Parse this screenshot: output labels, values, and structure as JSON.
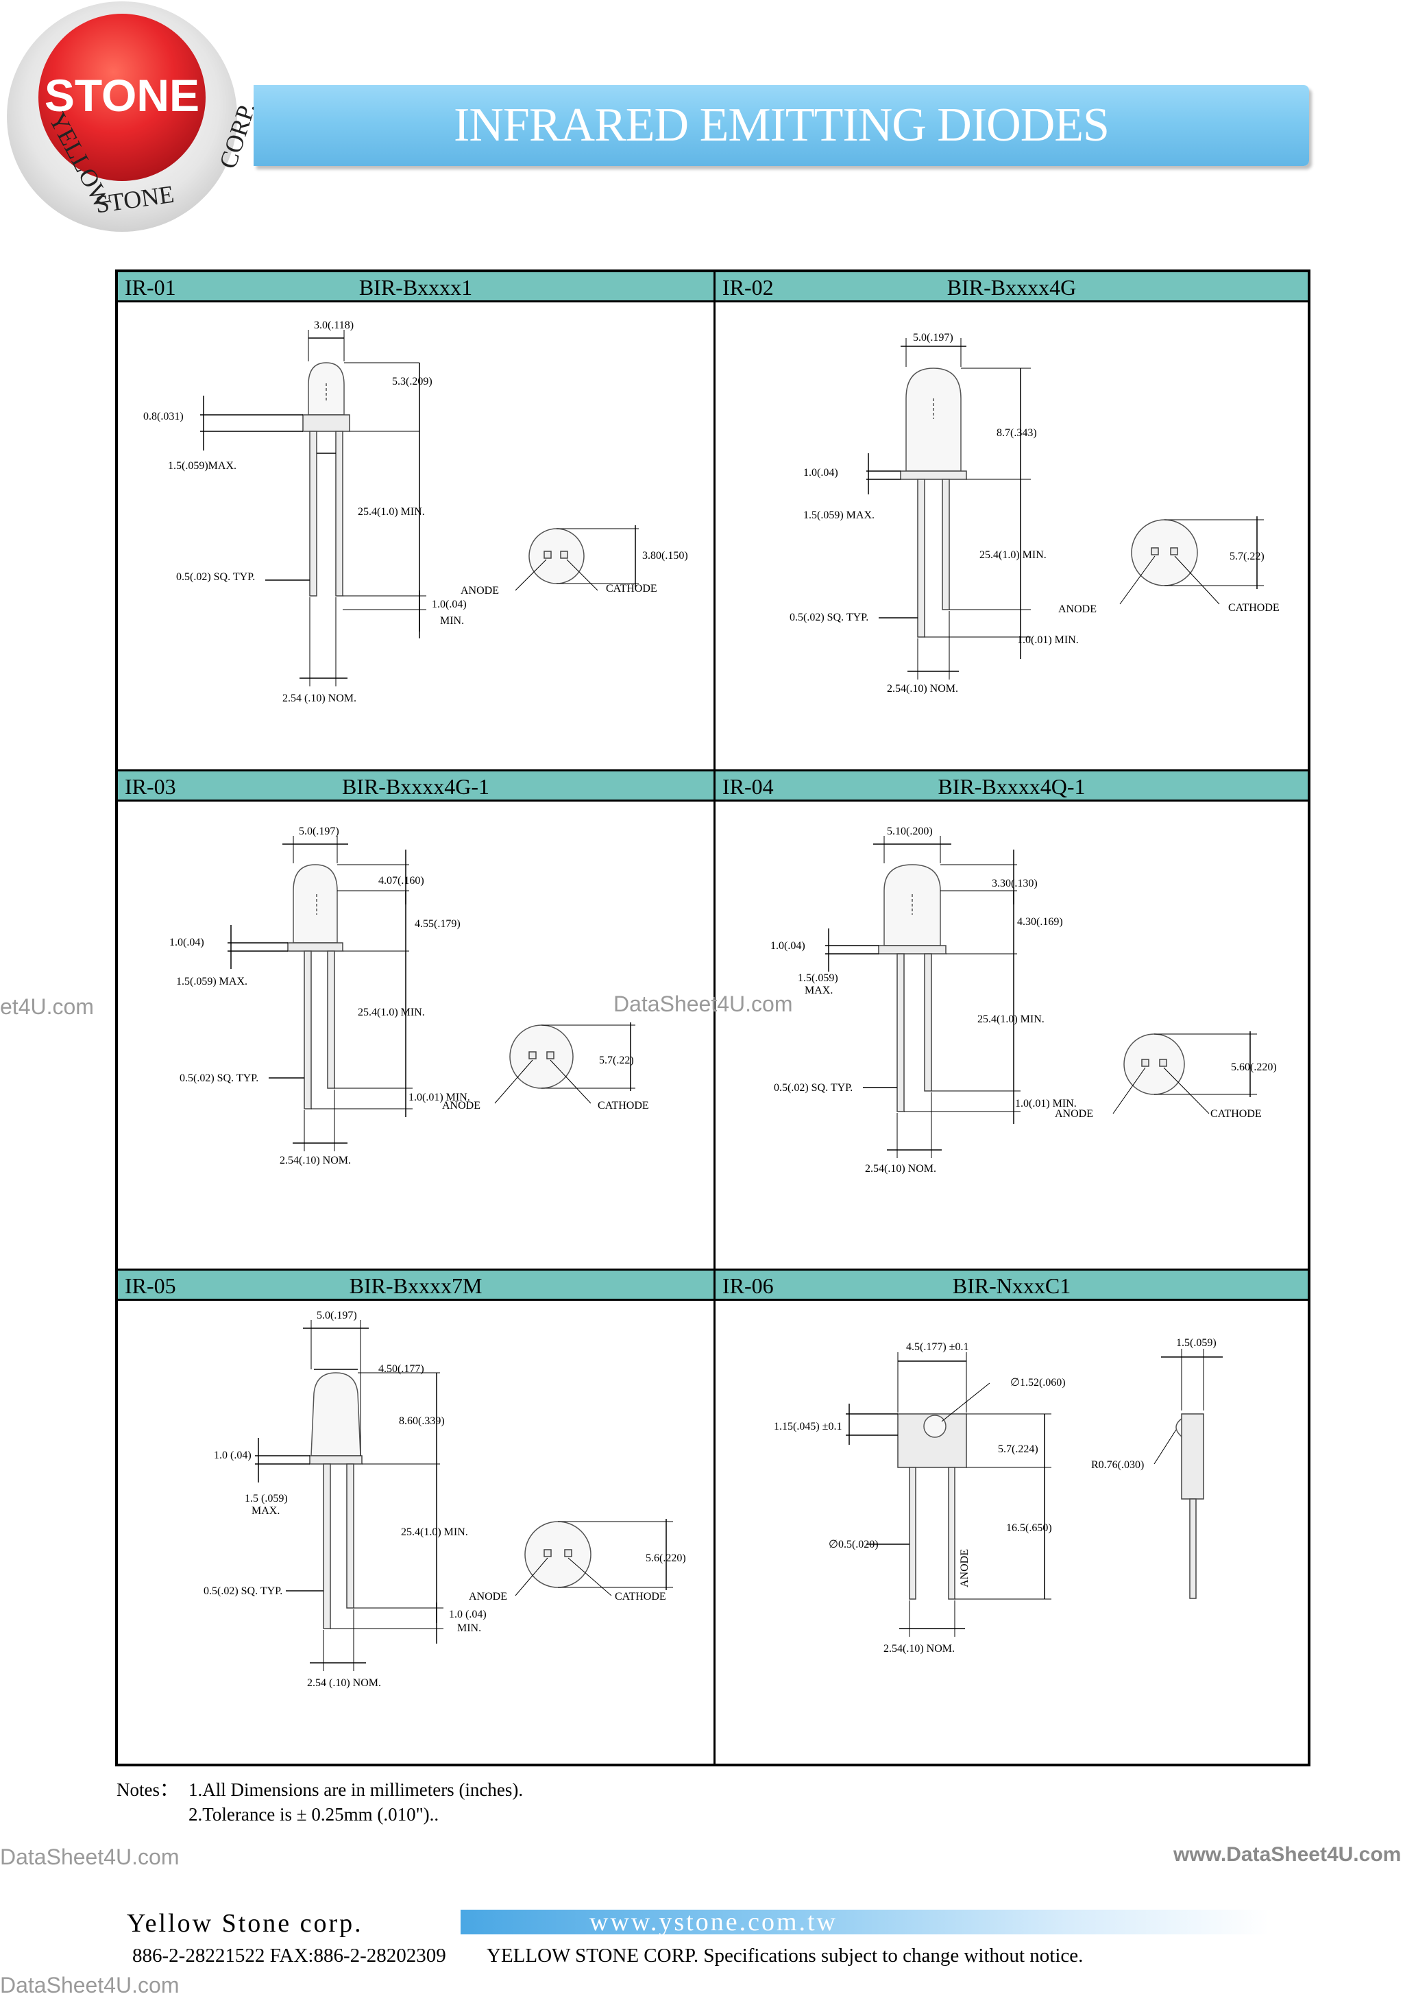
{
  "header": {
    "logo_brand": "STONE",
    "logo_text_left": "YELLOW",
    "logo_text_bottom": "STONE",
    "logo_text_right": "CORP.",
    "title": "INFRARED EMITTING DIODES"
  },
  "cells": [
    {
      "code": "IR-01",
      "model": "BIR-Bxxxx1",
      "dims": [
        "3.0(.118)",
        "5.3(.209)",
        "0.8(.031)",
        "1.5(.059)MAX.",
        "25.4(1.0) MIN.",
        "0.5(.02) SQ. TYP.",
        "3.80(.150)",
        "ANODE",
        "CATHODE",
        "1.0(.04)",
        "MIN.",
        "2.54 (.10) NOM."
      ]
    },
    {
      "code": "IR-02",
      "model": "BIR-Bxxxx4G",
      "dims": [
        "5.0(.197)",
        "8.7(.343)",
        "1.0(.04)",
        "1.5(.059) MAX.",
        "25.4(1.0) MIN.",
        "5.7(.22)",
        "ANODE",
        "CATHODE",
        "0.5(.02) SQ. TYP.",
        "1.0(.01) MIN.",
        "2.54(.10) NOM."
      ]
    },
    {
      "code": "IR-03",
      "model": "BIR-Bxxxx4G-1",
      "dims": [
        "5.0(.197)",
        "4.07(.160)",
        "4.55(.179)",
        "1.0(.04)",
        "1.5(.059) MAX.",
        "25.4(1.0) MIN.",
        "5.7(.22)",
        "0.5(.02) SQ. TYP.",
        "ANODE",
        "CATHODE",
        "1.0(.01) MIN.",
        "2.54(.10) NOM."
      ]
    },
    {
      "code": "IR-04",
      "model": "BIR-Bxxxx4Q-1",
      "dims": [
        "5.10(.200)",
        "3.30(.130)",
        "4.30(.169)",
        "1.0(.04)",
        "1.5(.059)",
        "MAX.",
        "25.4(1.0) MIN.",
        "5.60(.220)",
        "0.5(.02) SQ. TYP.",
        "ANODE",
        "CATHODE",
        "1.0(.01) MIN.",
        "2.54(.10) NOM."
      ]
    },
    {
      "code": "IR-05",
      "model": "BIR-Bxxxx7M",
      "dims": [
        "5.0(.197)",
        "4.50(.177)",
        "8.60(.339)",
        "1.0 (.04)",
        "1.5 (.059)",
        "MAX.",
        "25.4(1.0) MIN.",
        "5.6(.220)",
        "0.5(.02) SQ. TYP.",
        "ANODE",
        "CATHODE",
        "1.0 (.04)",
        "MIN.",
        "2.54 (.10) NOM."
      ]
    },
    {
      "code": "IR-06",
      "model": "BIR-NxxxC1",
      "dims": [
        "4.5(.177) ±0.1",
        "1.5(.059)",
        "∅1.52(.060)",
        "1.15(.045) ±0.1",
        "5.7(.224)",
        "R0.76(.030)",
        "16.5(.650)",
        "∅0.5(.020)",
        "ANODE",
        "2.54(.10) NOM."
      ]
    }
  ],
  "watermarks": {
    "left": "et4U.com",
    "center": "DataSheet4U.com",
    "bottom_left": "DataSheet4U.com",
    "bottom_right": "www.DataSheet4U.com",
    "footer_left": "DataSheet4U.com"
  },
  "notes": {
    "label": "Notes：",
    "line1": "1.All Dimensions are in millimeters (inches).",
    "line2": "2.Tolerance is ± 0.25mm (.010\").."
  },
  "footer": {
    "company": "Yellow Stone corp.",
    "url": "www.ystone.com.tw",
    "contact": "886-2-28221522 FAX:886-2-28202309",
    "note": "YELLOW  STONE CORP. Specifications subject to change without notice."
  },
  "colors": {
    "banner": "#7cc9f1",
    "cell_header": "#75c4bd",
    "logo_red": "#e8272b"
  }
}
